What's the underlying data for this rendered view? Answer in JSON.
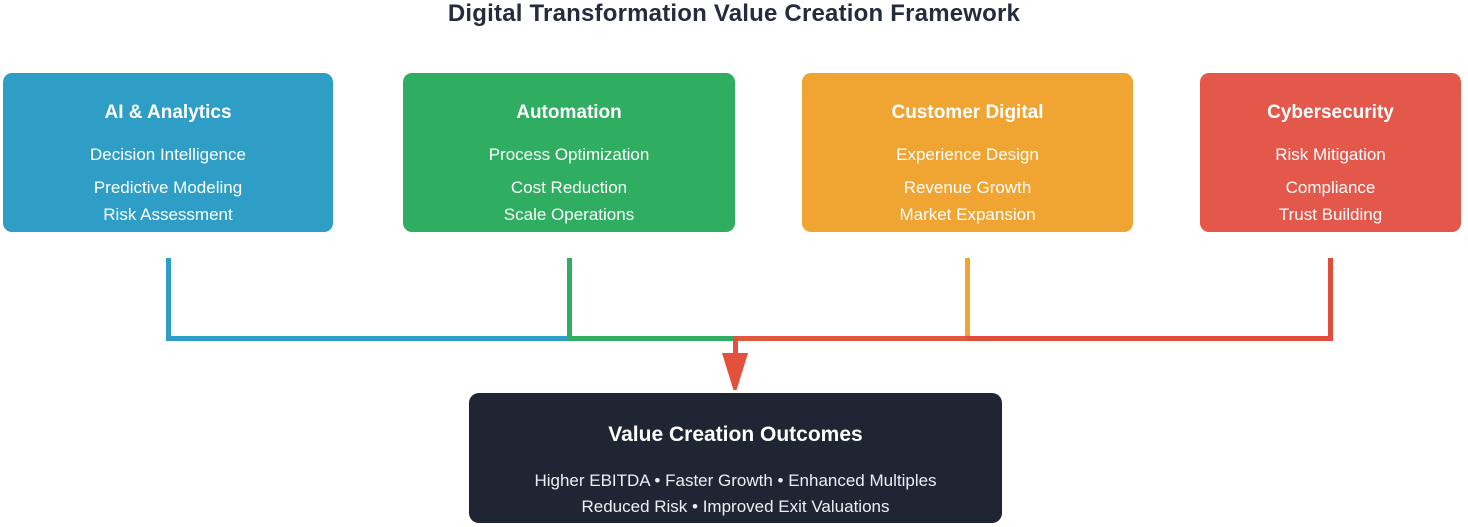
{
  "title": "Digital Transformation Value Creation Framework",
  "pillars": [
    {
      "name": "AI & Analytics",
      "color": "#2E9EC7",
      "items": [
        "Decision Intelligence",
        "Predictive Modeling",
        "Risk Assessment"
      ]
    },
    {
      "name": "Automation",
      "color": "#2FAE62",
      "items": [
        "Process Optimization",
        "Cost Reduction",
        "Scale Operations"
      ]
    },
    {
      "name": "Customer Digital",
      "color": "#F0A431",
      "items": [
        "Experience Design",
        "Revenue Growth",
        "Market Expansion"
      ]
    },
    {
      "name": "Cybersecurity",
      "color": "#E4584C",
      "items": [
        "Risk Mitigation",
        "Compliance",
        "Trust Building"
      ]
    }
  ],
  "connectors": {
    "blue": "#2E9EC7",
    "green": "#2FAE62",
    "orange": "#F0A431",
    "red_orange": "#E2573E",
    "red": "#E14C3C",
    "arrow": "#E3503C"
  },
  "outcome": {
    "title": "Value Creation Outcomes",
    "bg": "#1F2533",
    "lines": [
      "Higher EBITDA • Faster Growth • Enhanced Multiples",
      "Reduced Risk • Improved Exit Valuations"
    ]
  },
  "colors": {
    "background": "#FFFFFF",
    "title_text": "#262C3E"
  }
}
